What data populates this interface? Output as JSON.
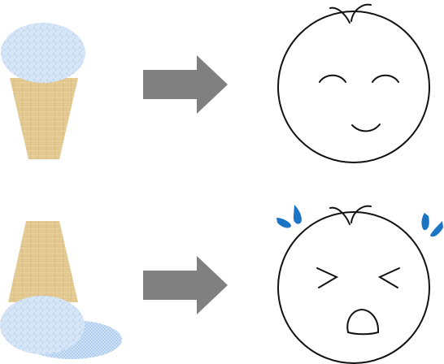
{
  "illustration": {
    "rows": [
      {
        "ice_cream_state": "upright-cone",
        "reaction": "happy-face"
      },
      {
        "ice_cream_state": "dropped-cone",
        "reaction": "crying-face"
      }
    ],
    "colors": {
      "scoop": "#d6e6f7",
      "scoop_speckle": "#a9c7e8",
      "puddle": "#9fc3ea",
      "cone": "#e8cf98",
      "cone_grain": "#c9ad72",
      "arrow": "#808080",
      "face_line": "#111111",
      "sweat_drop": "#1b74c4"
    }
  }
}
